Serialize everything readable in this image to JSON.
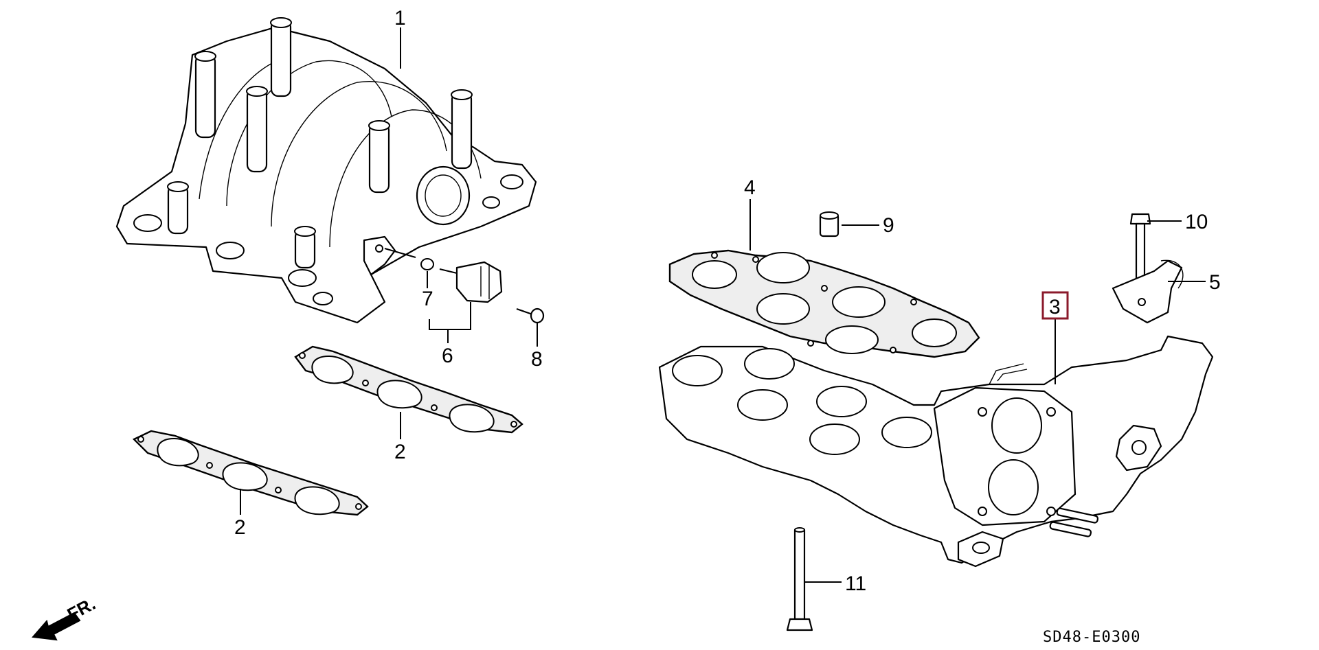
{
  "diagram_code": "SD48-E0300",
  "direction_label": "FR.",
  "highlighted_callout": "3",
  "callouts": {
    "p1": "1",
    "p2a": "2",
    "p2b": "2",
    "p3": "3",
    "p4": "4",
    "p5": "5",
    "p6": "6",
    "p7": "7",
    "p8": "8",
    "p9": "9",
    "p10": "10",
    "p11": "11"
  },
  "colors": {
    "highlight": "#8b1a2b",
    "ink": "#000000",
    "background": "#ffffff"
  }
}
